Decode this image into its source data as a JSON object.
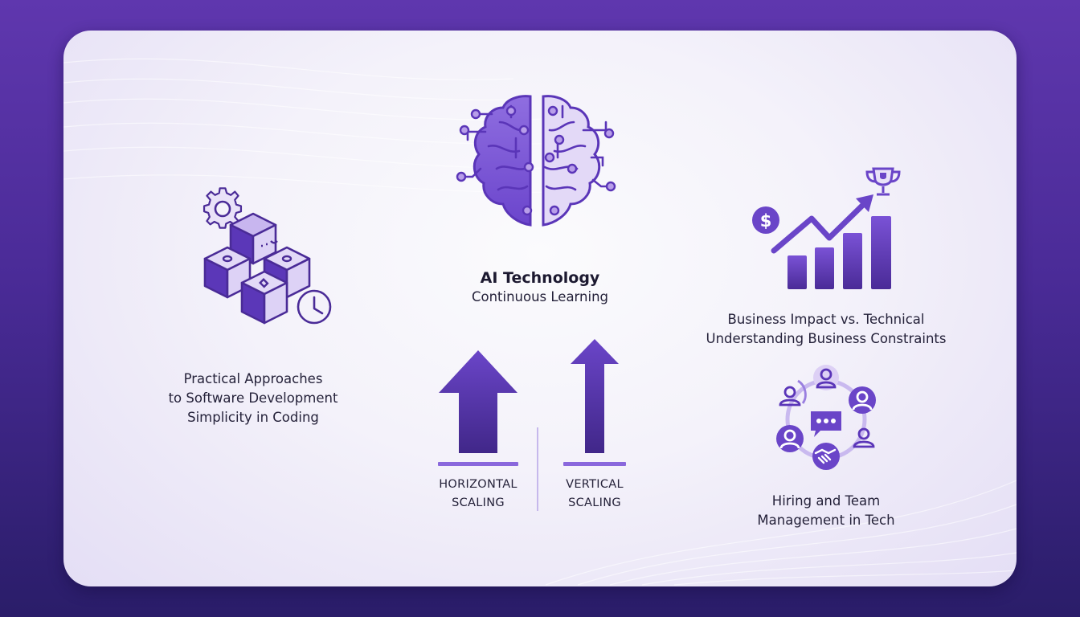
{
  "colors": {
    "background_top": "#5f37ae",
    "background_bottom": "#2a1d69",
    "card": "#f4f2fa",
    "accent": "#6a45c8",
    "accent_dark": "#4a2b97",
    "accent_light": "#d9cdf3",
    "text": "#25223a"
  },
  "center": {
    "icon": "brain-circuit-icon",
    "title": "AI Technology",
    "subtitle": "Continuous Learning"
  },
  "left": {
    "icon": "cubes-gear-clock-icon",
    "lines": [
      "Practical Approaches",
      "to Software Development",
      "Simplicity in Coding"
    ]
  },
  "right_top": {
    "icon": "growth-chart-trophy-icon",
    "lines": [
      "Business Impact vs. Technical",
      "Understanding Business Constraints"
    ]
  },
  "right_bottom": {
    "icon": "team-network-icon",
    "lines": [
      "Hiring and Team",
      "Management in Tech"
    ]
  },
  "scaling": {
    "horizontal": {
      "icon": "wide-up-arrow-icon",
      "lines": [
        "HORIZONTAL",
        "SCALING"
      ]
    },
    "vertical": {
      "icon": "tall-up-arrow-icon",
      "lines": [
        "VERTICAL",
        "SCALING"
      ]
    }
  }
}
